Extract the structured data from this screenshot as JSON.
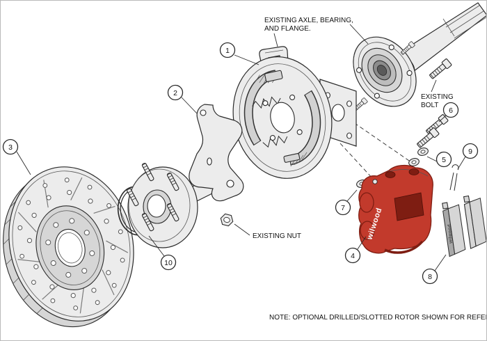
{
  "labels": {
    "axle": {
      "line1": "EXISTING AXLE, BEARING,",
      "line2": "AND FLANGE."
    },
    "existing_bolt": {
      "line1": "EXISTING",
      "line2": "BOLT"
    },
    "existing_nut": "EXISTING NUT"
  },
  "note": "NOTE: OPTIONAL DRILLED/SLOTTED ROTOR SHOWN FOR REFERENCE PURPOSES",
  "brand": "wilwood",
  "callouts": [
    "1",
    "2",
    "3",
    "4",
    "5",
    "6",
    "7",
    "8",
    "9",
    "10"
  ],
  "colors": {
    "line": "#2a2a2a",
    "metal_light": "#ececec",
    "metal_mid": "#d6d6d6",
    "caliper_red": "#c23a2c",
    "caliper_red_dark": "#7e1d12"
  }
}
